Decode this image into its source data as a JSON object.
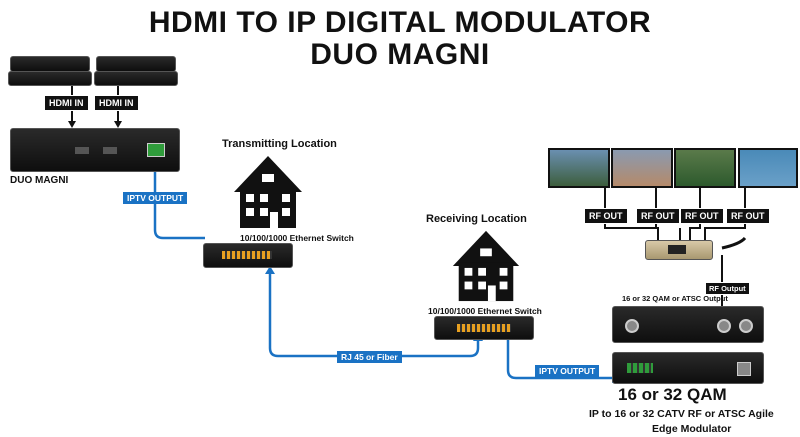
{
  "title": {
    "line1": "HDMI TO IP DIGITAL MODULATOR",
    "line2": "DUO MAGNI"
  },
  "labels": {
    "hdmi_in_1": "HDMI IN",
    "hdmi_in_2": "HDMI IN",
    "duo_magni": "DUO MAGNI",
    "iptv_output_left": "IPTV OUTPUT",
    "transmitting_location": "Transmitting Location",
    "switch_left": "10/100/1000 Ethernet Switch",
    "rj45_fiber": "RJ 45 or Fiber",
    "receiving_location": "Receiving Location",
    "switch_right": "10/100/1000 Ethernet Switch",
    "iptv_output_right": "IPTV OUTPUT",
    "rf_out_1": "RF OUT",
    "rf_out_2": "RF OUT",
    "rf_out_3": "RF OUT",
    "rf_out_4": "RF OUT",
    "rf_output": "RF Output",
    "qam_output": "16 or 32 QAM or ATSC Output",
    "qam_big": "16 or 32 QAM",
    "edge_line1": "IP to 16 or 32 CATV RF or ATSC Agile",
    "edge_line2": "Edge Modulator"
  },
  "colors": {
    "cable_blue": "#1a72c4",
    "label_black": "#111111"
  }
}
